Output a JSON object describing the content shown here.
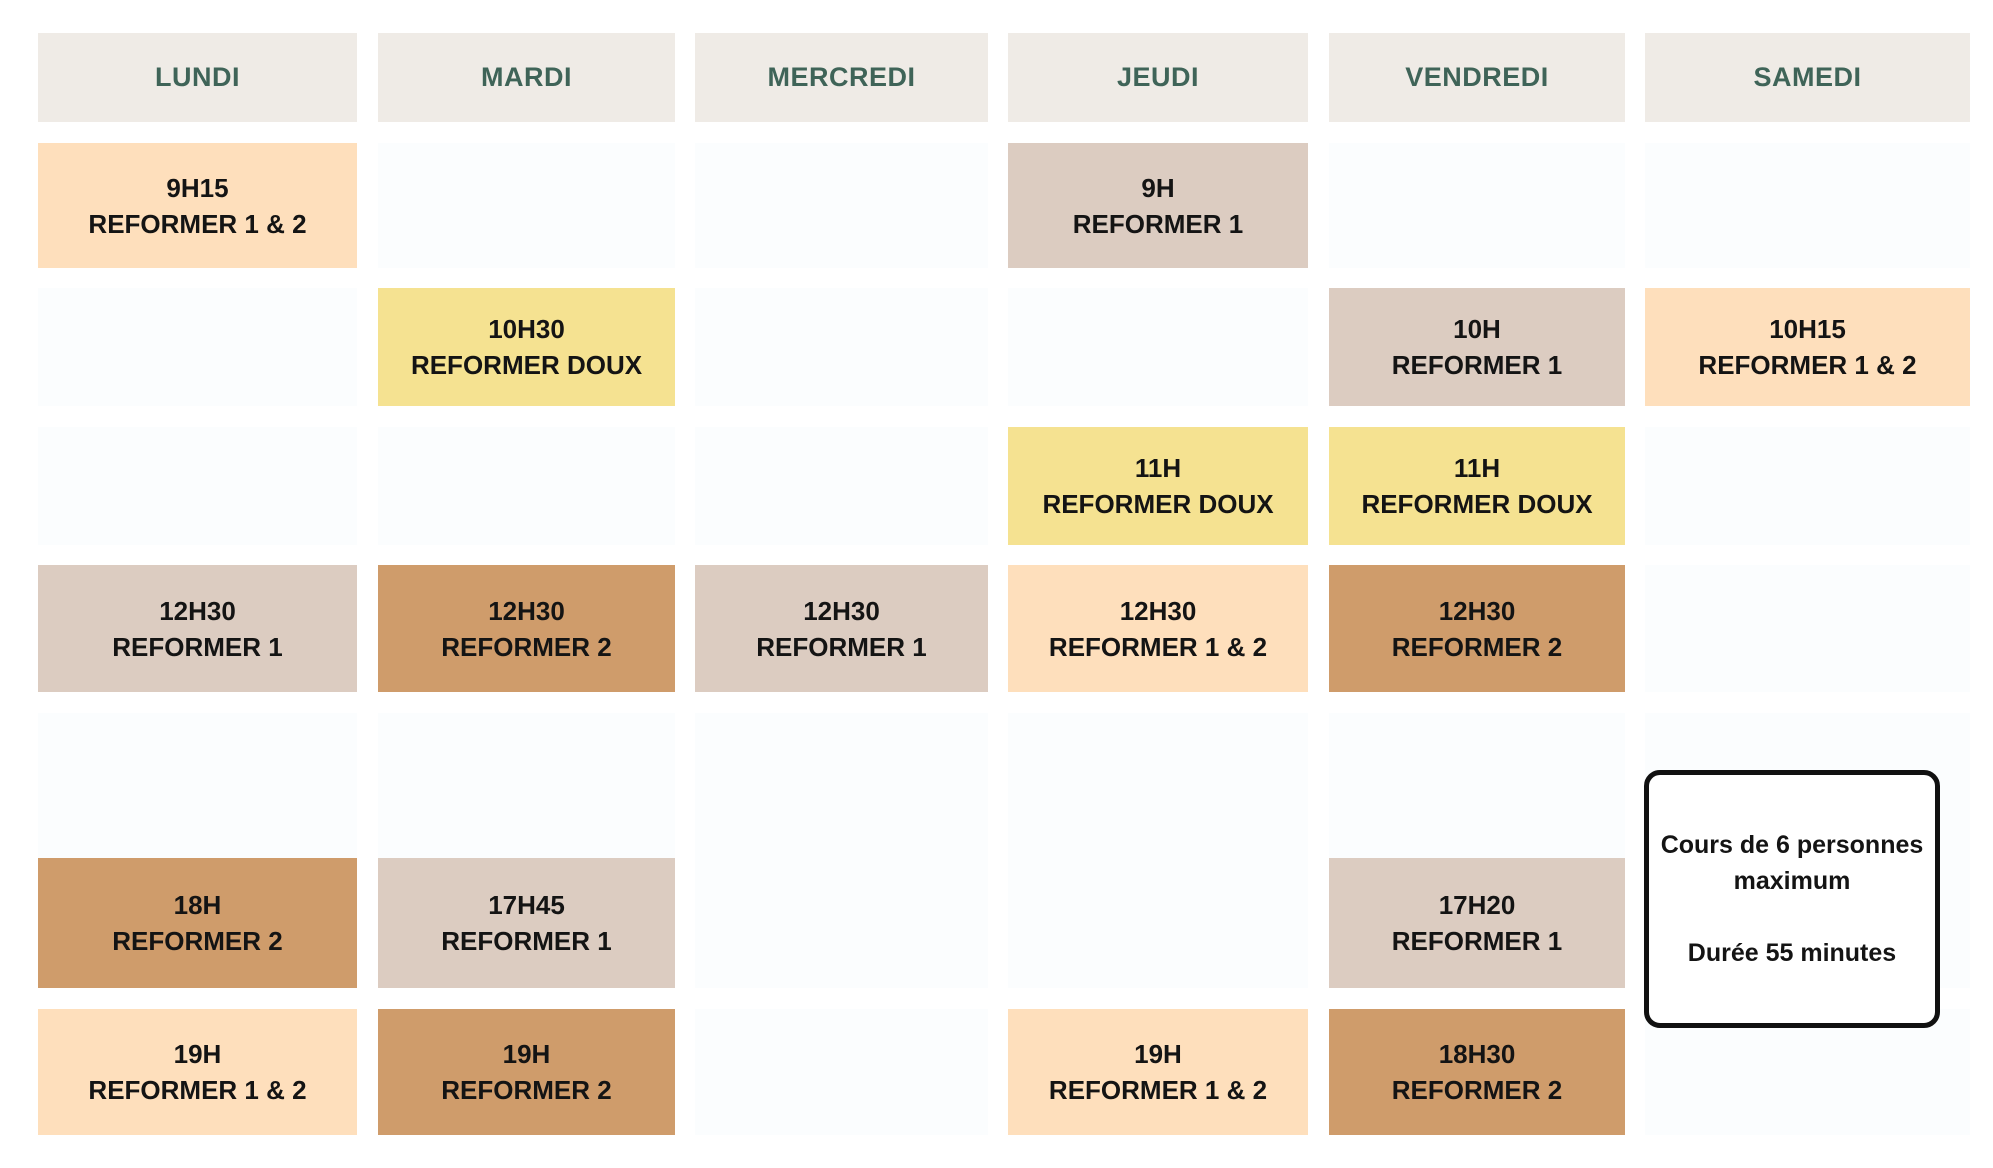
{
  "days": [
    "LUNDI",
    "MARDI",
    "MERCREDI",
    "JEUDI",
    "VENDREDI",
    "SAMEDI"
  ],
  "colors": {
    "header_bg": "#efebe6",
    "header_text": "#3f6458",
    "reformer_1": "#dcccc1",
    "reformer_2": "#cf9c6b",
    "reformer_1_2": "#fedfbc",
    "reformer_doux": "#f5e291"
  },
  "classes": {
    "lundi": [
      {
        "time": "9H15",
        "name": "REFORMER 1 & 2"
      },
      {
        "time": "12H30",
        "name": "REFORMER 1"
      },
      {
        "time": "18H",
        "name": "REFORMER 2"
      },
      {
        "time": "19H",
        "name": "REFORMER 1 & 2"
      }
    ],
    "mardi": [
      {
        "time": "10H30",
        "name": "REFORMER DOUX"
      },
      {
        "time": "12H30",
        "name": "REFORMER 2"
      },
      {
        "time": "17H45",
        "name": "REFORMER 1"
      },
      {
        "time": "19H",
        "name": "REFORMER 2"
      }
    ],
    "mercredi": [
      {
        "time": "12H30",
        "name": "REFORMER 1"
      }
    ],
    "jeudi": [
      {
        "time": "9H",
        "name": "REFORMER 1"
      },
      {
        "time": "11H",
        "name": "REFORMER DOUX"
      },
      {
        "time": "12H30",
        "name": "REFORMER 1 & 2"
      },
      {
        "time": "19H",
        "name": "REFORMER 1 & 2"
      }
    ],
    "vendredi": [
      {
        "time": "10H",
        "name": "REFORMER 1"
      },
      {
        "time": "11H",
        "name": "REFORMER DOUX"
      },
      {
        "time": "12H30",
        "name": "REFORMER 2"
      },
      {
        "time": "17H20",
        "name": "REFORMER 1"
      },
      {
        "time": "18H30",
        "name": "REFORMER 2"
      }
    ],
    "samedi": [
      {
        "time": "10H15",
        "name": "REFORMER 1 & 2"
      }
    ]
  },
  "info": {
    "line1": "Cours de 6 personnes",
    "line2": "maximum",
    "line3": "Durée 55 minutes"
  }
}
